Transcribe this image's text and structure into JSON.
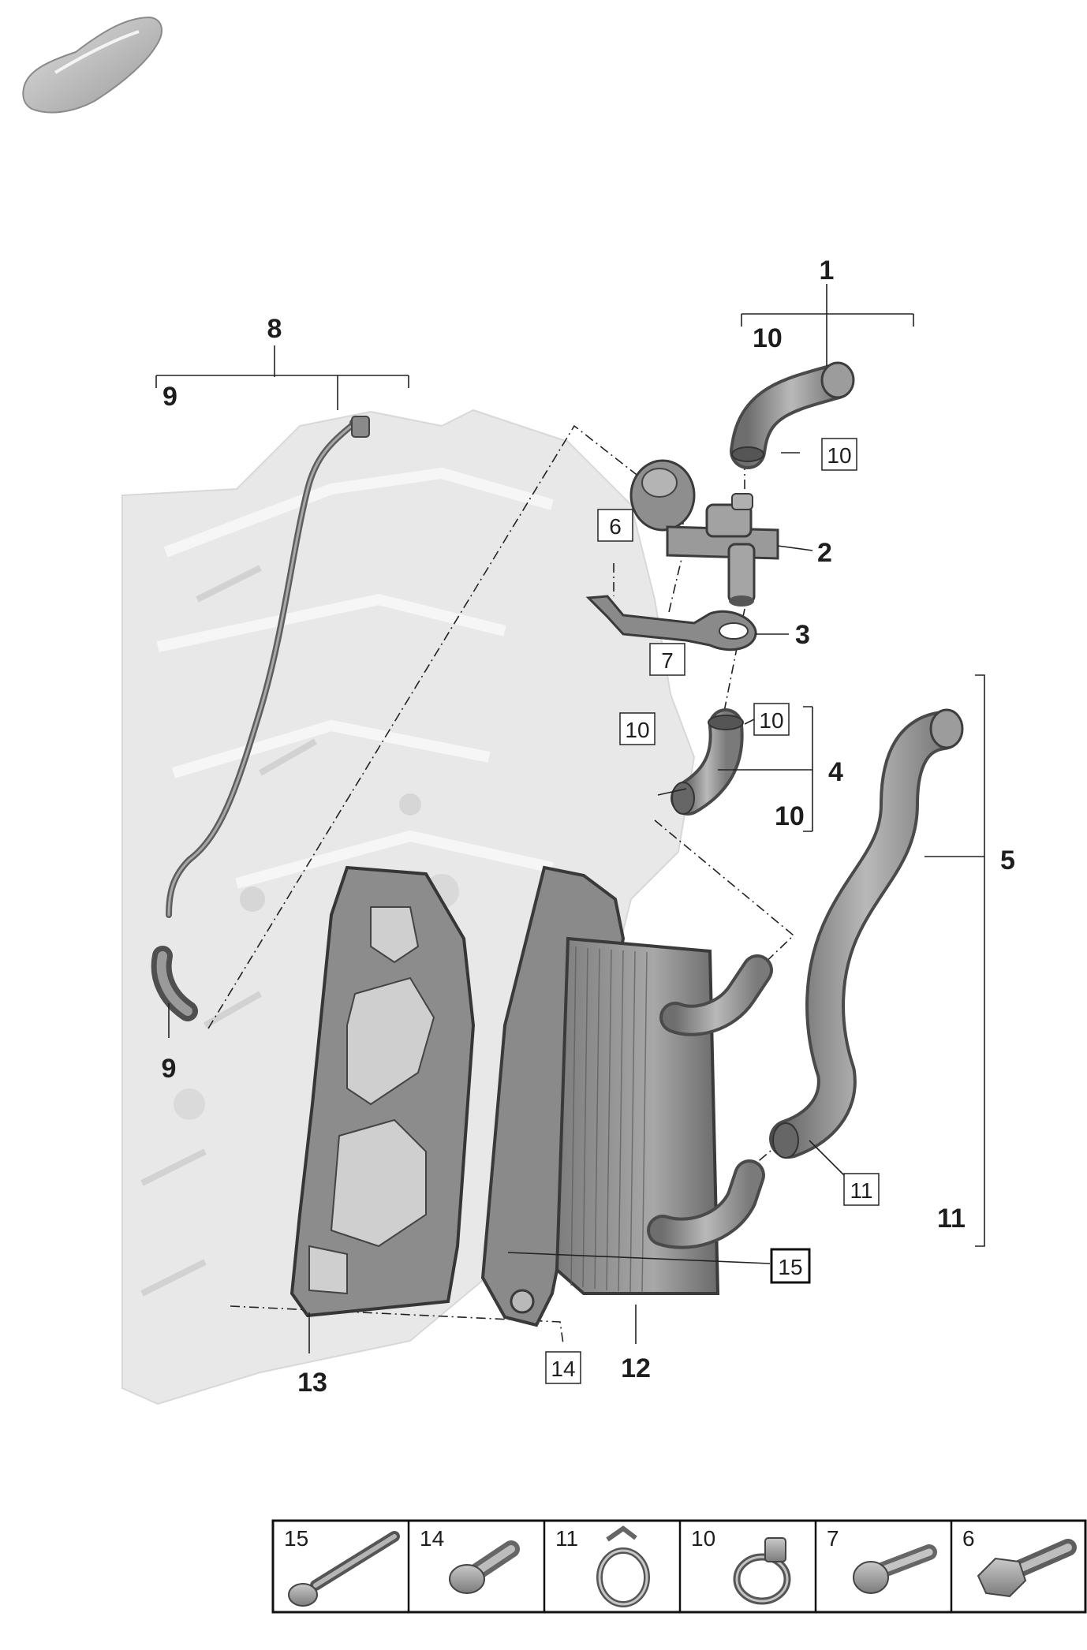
{
  "callouts": {
    "c1": "1",
    "c10_under1": "10",
    "c2": "2",
    "c3": "3",
    "c4": "4",
    "c10_under4": "10",
    "c5": "5",
    "c11_under5": "11",
    "c8": "8",
    "c9_under8": "9",
    "c9_bottom": "9",
    "c12": "12",
    "c13": "13"
  },
  "boxed": {
    "b10_top": "10",
    "b6": "6",
    "b7": "7",
    "b10_left": "10",
    "b10_right": "10",
    "b11": "11",
    "b15": "15",
    "b14": "14"
  },
  "parts_table": [
    {
      "number": "15",
      "icon": "long-bolt-icon"
    },
    {
      "number": "14",
      "icon": "short-bolt-icon"
    },
    {
      "number": "11",
      "icon": "spring-clamp-icon"
    },
    {
      "number": "10",
      "icon": "hose-clamp-icon"
    },
    {
      "number": "7",
      "icon": "torx-bolt-icon"
    },
    {
      "number": "6",
      "icon": "flange-bolt-icon"
    }
  ],
  "icons": {
    "car_thumbnail": "car-silhouette-icon"
  },
  "colors": {
    "part_gray": "#8c8c8c",
    "part_dark": "#5f5f5f",
    "part_light": "#bdbdbd",
    "background_engine": "#e6e6e6",
    "line": "#222222"
  }
}
